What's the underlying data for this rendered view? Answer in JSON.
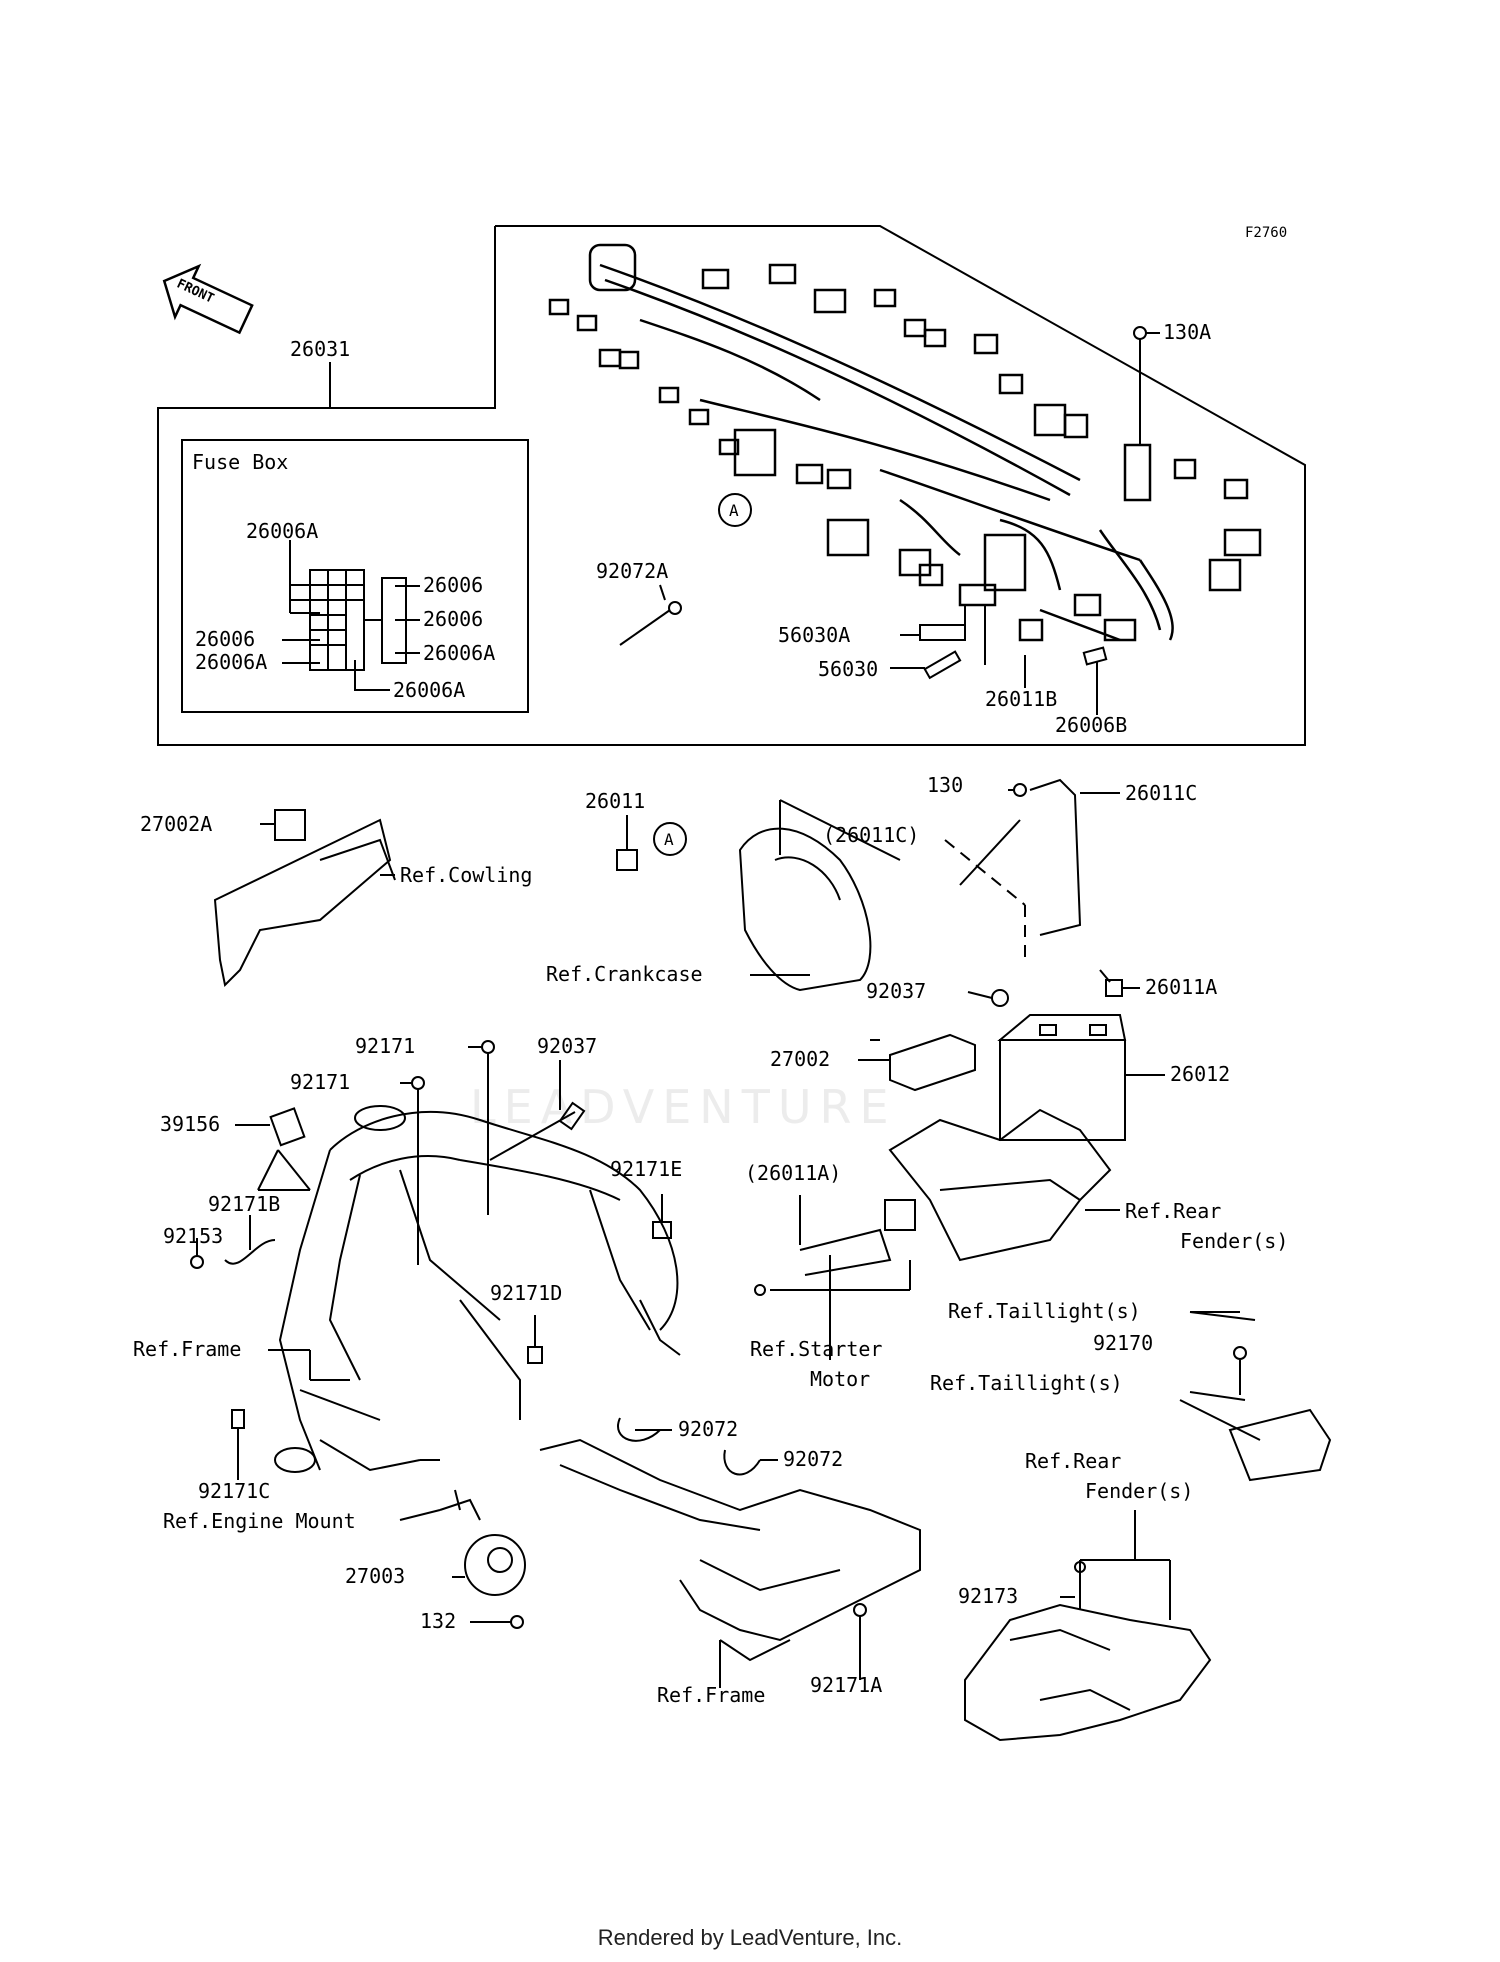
{
  "diagram": {
    "ref_code": "F2760",
    "front_label": "FRONT",
    "fuse_box_title": "Fuse Box",
    "circle_marker": "A",
    "watermark": "LEADVENTURE",
    "footer": "Rendered by LeadVenture, Inc.",
    "labels": {
      "l26031": "26031",
      "l130A": "130A",
      "l92072A": "92072A",
      "l56030A": "56030A",
      "l56030": "56030",
      "l26011B": "26011B",
      "l26006B": "26006B",
      "l26006A_top": "26006A",
      "l26006_r1": "26006",
      "l26006_r2": "26006",
      "l26006A_r3": "26006A",
      "l26006_l": "26006",
      "l26006A_l": "26006A",
      "l26006A_b": "26006A",
      "l27002A": "27002A",
      "l26011": "26011",
      "lRefCowling": "Ref.Cowling",
      "l130": "130",
      "l26011C": "26011C",
      "l26011C_p": "(26011C)",
      "lRefCrankcase": "Ref.Crankcase",
      "l92037a": "92037",
      "l26011A": "26011A",
      "l27002": "27002",
      "l26012": "26012",
      "l92171a": "92171",
      "l92171b": "92171",
      "l92037b": "92037",
      "l39156": "39156",
      "l92171E": "92171E",
      "l92171B": "92171B",
      "l92153": "92153",
      "l92171D": "92171D",
      "l26011A_p": "(26011A)",
      "lRefRearFender1a": "Ref.Rear",
      "lRefRearFender1b": "Fender(s)",
      "lRefTaillight1": "Ref.Taillight(s)",
      "l92170": "92170",
      "lRefTaillight2": "Ref.Taillight(s)",
      "lRefFrame1": "Ref.Frame",
      "lRefStarter1": "Ref.Starter",
      "lRefStarter2": "Motor",
      "l92171C": "92171C",
      "lRefEngineMount": "Ref.Engine Mount",
      "l27003": "27003",
      "l132": "132",
      "l92072a": "92072",
      "l92072b": "92072",
      "lRefRearFender2a": "Ref.Rear",
      "lRefRearFender2b": "Fender(s)",
      "l92173": "92173",
      "lRefFrame2": "Ref.Frame",
      "l92171A": "92171A"
    }
  }
}
